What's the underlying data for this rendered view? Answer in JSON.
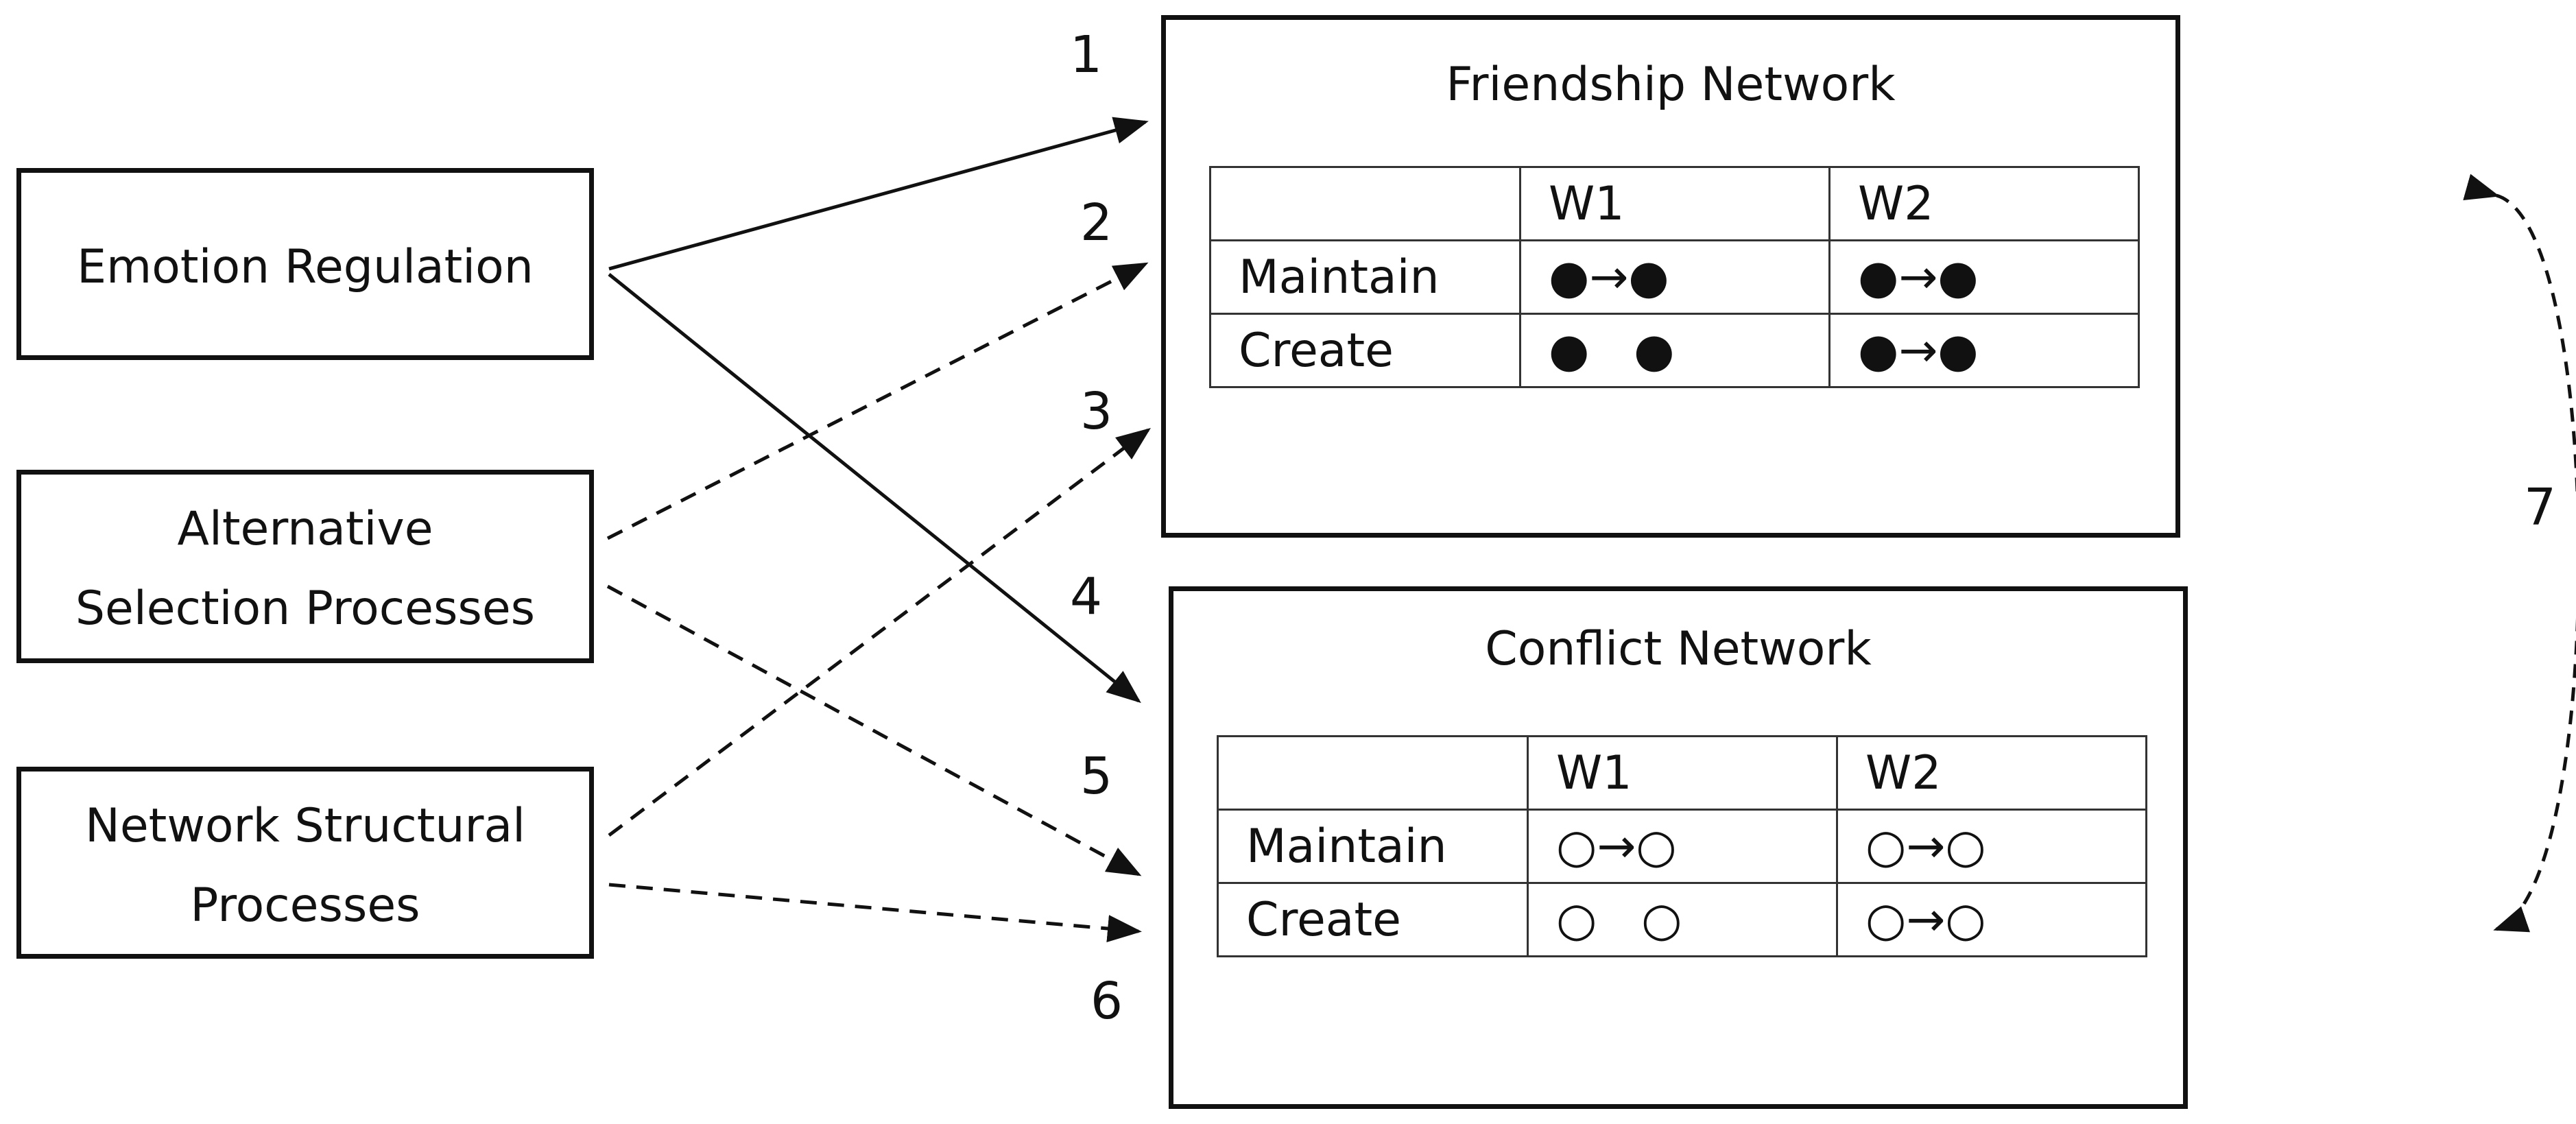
{
  "sources": [
    {
      "id": "emotion",
      "lines": [
        "Emotion Regulation"
      ]
    },
    {
      "id": "alternative",
      "lines": [
        "Alternative",
        "Selection Processes"
      ]
    },
    {
      "id": "structural",
      "lines": [
        "Network Structural",
        "Processes"
      ]
    }
  ],
  "friendship": {
    "title": "Friendship Network",
    "headers": [
      "",
      "W1",
      "W2"
    ],
    "rows": [
      {
        "label": "Maintain",
        "w1": "●→●",
        "w2": "●→●"
      },
      {
        "label": "Create",
        "w1": "●   ●",
        "w2": "●→●"
      }
    ]
  },
  "conflict": {
    "title": "Conflict Network",
    "headers": [
      "",
      "W1",
      "W2"
    ],
    "rows": [
      {
        "label": "Maintain",
        "w1": "○→○",
        "w2": "○→○"
      },
      {
        "label": "Create",
        "w1": "○   ○",
        "w2": "○→○"
      }
    ]
  },
  "paths": [
    {
      "number": "1",
      "from": "Emotion Regulation",
      "to": "Friendship Network",
      "style": "solid"
    },
    {
      "number": "2",
      "from": "Alternative Selection Processes",
      "to": "Friendship Network",
      "style": "dashed"
    },
    {
      "number": "3",
      "from": "Network Structural Processes",
      "to": "Friendship Network",
      "style": "dashed"
    },
    {
      "number": "4",
      "from": "Emotion Regulation",
      "to": "Conflict Network",
      "style": "solid"
    },
    {
      "number": "5",
      "from": "Alternative Selection Processes",
      "to": "Conflict Network",
      "style": "dashed"
    },
    {
      "number": "6",
      "from": "Network Structural Processes",
      "to": "Conflict Network",
      "style": "dashed"
    },
    {
      "number": "7",
      "from": "Friendship Network",
      "to": "Conflict Network",
      "style": "dashed-bidirectional"
    }
  ]
}
